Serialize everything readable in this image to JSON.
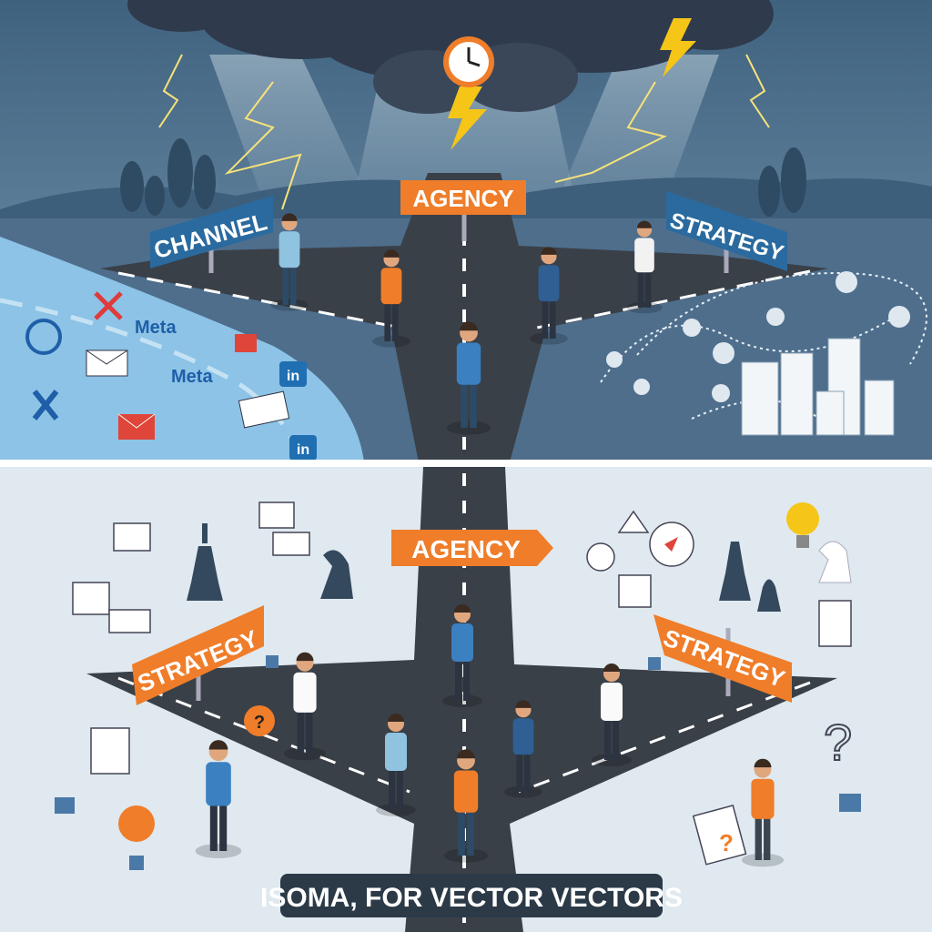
{
  "top_panel": {
    "signs": {
      "left": "CHANNEL",
      "center": "AGENCY",
      "right": "STRATEGY"
    },
    "river_labels": [
      "Meta",
      "Meta",
      "in",
      "in"
    ]
  },
  "bottom_panel": {
    "signs": {
      "center": "AGENCY",
      "left": "STRATEGY",
      "right": "STRATEGY"
    },
    "caption": "ISOMA, FOR VECTOR VECTORS"
  },
  "colors": {
    "sky": "#4f7291",
    "storm": "#2f3b4c",
    "road": "#3a4048",
    "river": "#8cc3e6",
    "orange": "#ef7d2a",
    "blue_sign": "#2a6a9e",
    "bottom_bg": "#dfe9ef"
  }
}
